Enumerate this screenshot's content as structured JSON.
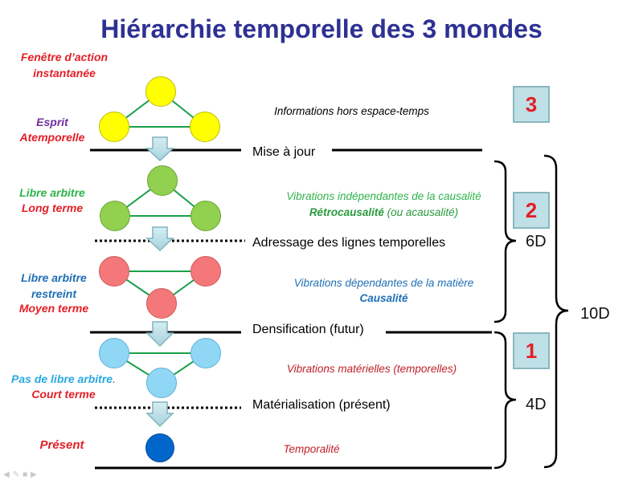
{
  "title": "Hiérarchie temporelle des 3 mondes",
  "left_labels": {
    "fenetre": [
      "Fenêtre d’action",
      "instantanée"
    ],
    "esprit": "Esprit",
    "atemporelle": "Atemporelle",
    "libre_arbitre": "Libre arbitre",
    "long_terme": "Long terme",
    "libre_arbitre_restreint": [
      "Libre arbitre",
      "restreint"
    ],
    "moyen_terme": "Moyen terme",
    "pas_libre_arbitre": "Pas de libre arbitre",
    "pas_libre_arbitre_dot": ".",
    "court_terme": "Court terme",
    "present": "Présent"
  },
  "descriptions": {
    "hors_espace_temps": "Informations hors espace-temps",
    "independantes": "Vibrations indépendantes de la causalité",
    "retrocausalite": "Rétrocausalité",
    "acausalite": " (ou acausalité)",
    "dependantes": "Vibrations dépendantes de la matière",
    "causalite": "Causalité",
    "materielles": "Vibrations matérielles (temporelles)",
    "temporalite": "Temporalité"
  },
  "separators": {
    "mise_a_jour": "Mise à jour",
    "adressage": "Adressage des lignes temporelles",
    "densification": "Densification (futur)",
    "materialisation": "Matérialisation (présent)"
  },
  "worlds": [
    "3",
    "2",
    "1"
  ],
  "dimensions": {
    "six": "6D",
    "ten": "10D",
    "four": "4D"
  },
  "colors": {
    "title": "#2e3192",
    "yellow": "#ffff00",
    "green": "#92d050",
    "pink": "#f4777a",
    "light_blue": "#8fd7f5",
    "dark_blue": "#0066cc",
    "edge": "#1aa04a",
    "box_fill": "#bfe0e6"
  }
}
